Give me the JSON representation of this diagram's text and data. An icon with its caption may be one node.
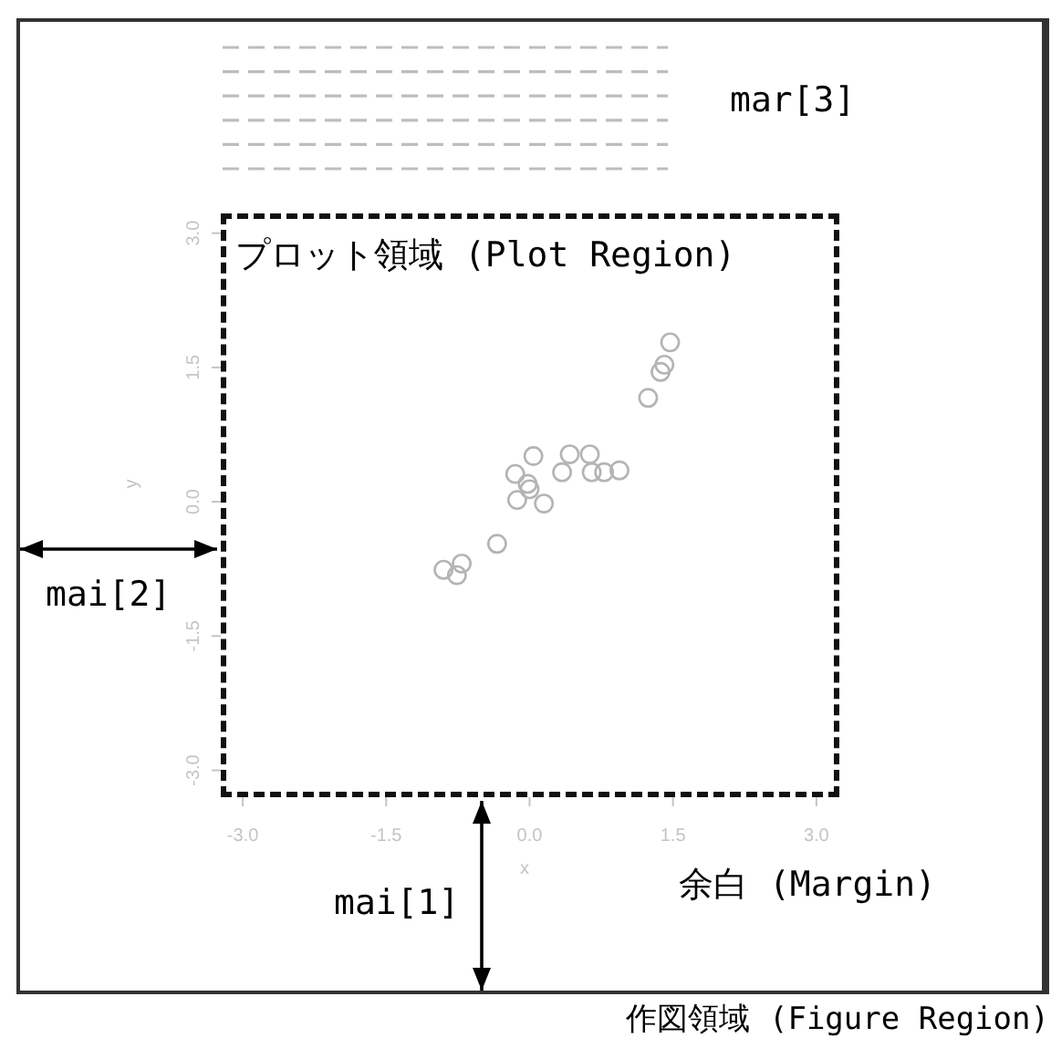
{
  "diagram": {
    "nodes": [
      {
        "text": [
          "作図領域 (Figure Region)"
        ]
      },
      {
        "text": [
          "プロット領域 (Plot Region)"
        ],
        "in": 0
      }
    ],
    "edges": [
      {
        "from": 0,
        "to": 1,
        "arrow": "both"
      },
      {
        "from": 1,
        "to": 0,
        "arrow": "both"
      }
    ],
    "labels": [
      "mar[3]",
      "mai[2]",
      "余白 (Margin)",
      "mai[1]"
    ],
    "chart_data": {
      "type": "scatter",
      "xlabel": "x",
      "ylabel": "y",
      "xlim": [
        -3.23,
        3.24
      ],
      "ylim": [
        -3.3,
        3.22
      ],
      "xticks": [
        {
          "value": -3.0,
          "label": "-3.0"
        },
        {
          "value": -1.5,
          "label": "-1.5"
        },
        {
          "value": 0.0,
          "label": "0.0"
        },
        {
          "value": 1.5,
          "label": "1.5"
        },
        {
          "value": 3.0,
          "label": "3.0"
        }
      ],
      "x": [
        1.47,
        1.41,
        1.37,
        1.24,
        0.04,
        0.42,
        0.63,
        0.34,
        0.65,
        0.78,
        0.94,
        -0.15,
        -0.02,
        0.0,
        -0.13,
        0.15,
        -0.34,
        -0.71,
        -0.9,
        -0.76
      ],
      "yticks": [
        {
          "value": -3.0,
          "label": "-3.0"
        },
        {
          "value": -1.5,
          "label": "-1.5"
        },
        {
          "value": 0.0,
          "label": "0.0"
        },
        {
          "value": 1.5,
          "label": "1.5"
        },
        {
          "value": 3.0,
          "label": "3.0"
        }
      ],
      "series": [
        {
          "color": "#b4b4b4",
          "values": [
            1.78,
            1.53,
            1.45,
            1.16,
            0.51,
            0.53,
            0.53,
            0.33,
            0.33,
            0.33,
            0.35,
            0.31,
            0.2,
            0.14,
            0.02,
            -0.02,
            -0.47,
            -0.69,
            -0.76,
            -0.82
          ]
        }
      ]
    }
  }
}
